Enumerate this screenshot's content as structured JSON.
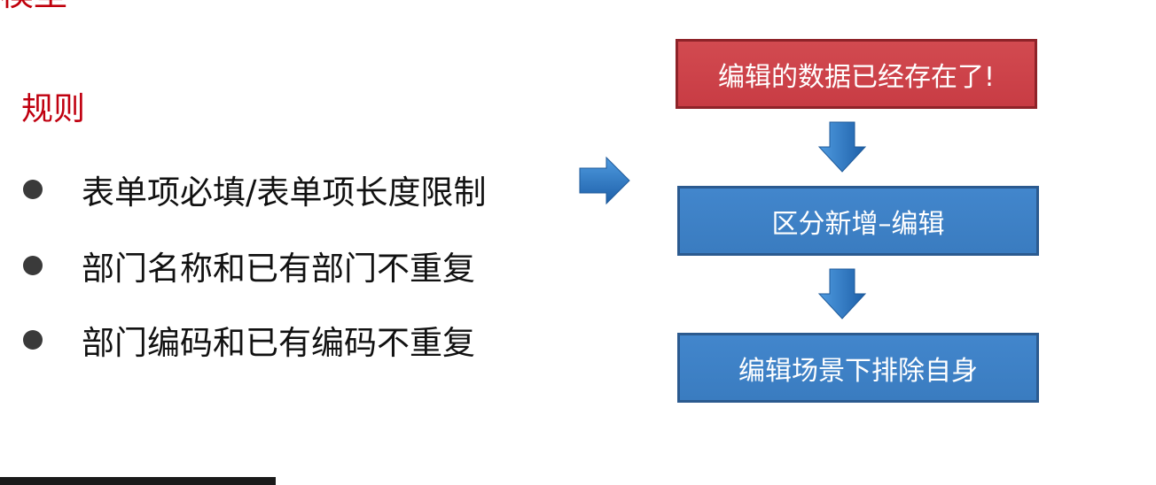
{
  "header_fragment": "模型",
  "rules": {
    "title": "规则",
    "items": [
      "表单项必填/表单项长度限制",
      "部门名称和已有部门不重复",
      "部门编码和已有编码不重复"
    ]
  },
  "flow": {
    "steps": [
      "编辑的数据已经存在了!",
      "区分新增–编辑",
      "编辑场景下排除自身"
    ]
  },
  "colors": {
    "title_red": "#c00010",
    "alert_box": "#cf444b",
    "step_box": "#3e82c6",
    "arrow_blue": "#2a76c4"
  }
}
